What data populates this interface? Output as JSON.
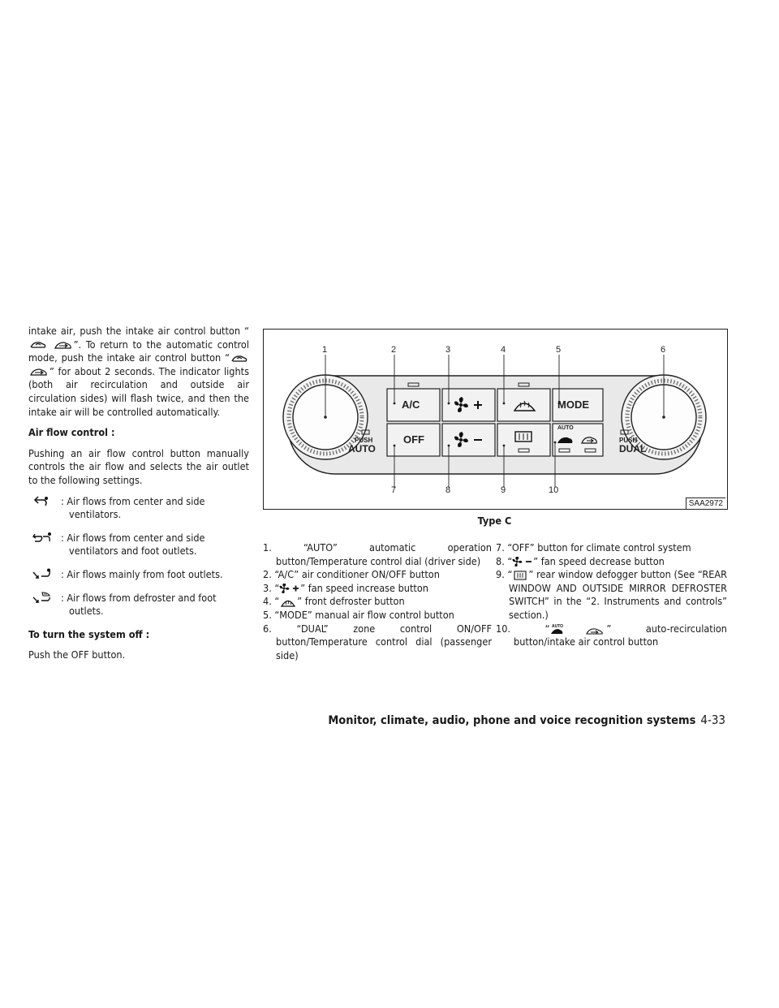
{
  "left": {
    "para1_a": "intake air, push the intake air control button “",
    "para1_b": "”. To return to the automatic control mode, push the intake air control button “",
    "para1_c": "” for about 2 seconds. The indicator lights (both air recirculation and outside air circulation sides) will flash twice, and then the intake air will be controlled automatically.",
    "airflow_heading": "Air flow control :",
    "airflow_intro": "Pushing an air flow control button manually controls the air flow and selects the air outlet to the following settings.",
    "airflow_items": [
      {
        "icon": "vent-airflow-icon",
        "text": ": Air flows from center and side ventilators."
      },
      {
        "icon": "bilevel-airflow-icon",
        "text": ": Air flows from center and side ventilators and foot outlets."
      },
      {
        "icon": "foot-airflow-icon",
        "text": ": Air flows mainly from foot outlets."
      },
      {
        "icon": "defrost-foot-airflow-icon",
        "text": ": Air flows from defroster and foot outlets."
      }
    ],
    "off_heading": "To turn the system off :",
    "off_text": "Push the OFF button."
  },
  "figure": {
    "callouts_top": [
      "1",
      "2",
      "3",
      "4",
      "5",
      "6"
    ],
    "callouts_bottom": [
      "7",
      "8",
      "9",
      "10"
    ],
    "btn_ac": "A/C",
    "btn_mode": "MODE",
    "btn_off": "OFF",
    "push_left": "PUSH",
    "auto_left": "AUTO",
    "push_right": "PUSH",
    "dual_right": "DUAL",
    "auto_small": "AUTO",
    "code": "SAA2972",
    "caption": "Type C"
  },
  "list_left": [
    "1. “AUTO” automatic operation button/Temperature control dial (driver side)",
    "2. “A/C” air conditioner ON/OFF button",
    "3. “ ” fan speed increase button",
    "4. “ ” front defroster button",
    "5. “MODE” manual air flow control button",
    "6. “DUAL” zone control ON/OFF button/Temperature control dial (passenger side)"
  ],
  "list_right": [
    "7. “OFF” button for climate control system",
    "8. “ ” fan speed decrease button",
    "9. “ ” rear window defogger button (See “REAR WINDOW AND OUTSIDE MIRROR DEFROSTER SWITCH” in the “2. Instruments and controls” section.)",
    "10. “ ” auto-recirculation button/intake air control button"
  ],
  "footer": {
    "title": "Monitor, climate, audio, phone and voice recognition systems",
    "page": "4-33"
  }
}
